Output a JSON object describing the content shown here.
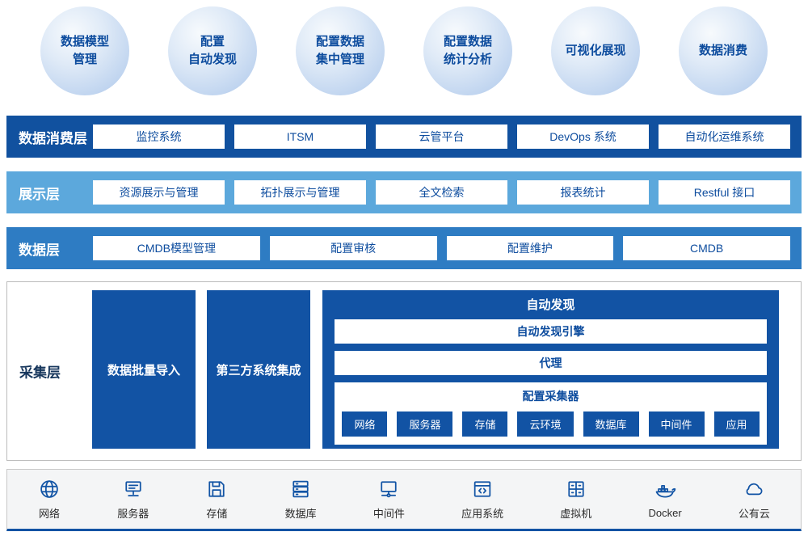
{
  "bubbles": [
    "数据模型\n管理",
    "配置\n自动发现",
    "配置数据\n集中管理",
    "配置数据\n统计分析",
    "可视化展现",
    "数据消费"
  ],
  "layers": [
    {
      "name": "数据消费层",
      "items": [
        "监控系统",
        "ITSM",
        "云管平台",
        "DevOps 系统",
        "自动化运维系统"
      ]
    },
    {
      "name": "展示层",
      "items": [
        "资源展示与管理",
        "拓扑展示与管理",
        "全文检索",
        "报表统计",
        "Restful 接口"
      ]
    },
    {
      "name": "数据层",
      "items": [
        "CMDB模型管理",
        "配置审核",
        "配置维护",
        "CMDB"
      ]
    }
  ],
  "collection_layer": {
    "name": "采集层",
    "blocks": [
      "数据批量导入",
      "第三方系统集成"
    ],
    "auto_discovery": {
      "title": "自动发现",
      "bars": [
        "自动发现引擎",
        "代理"
      ],
      "collector": {
        "title": "配置采集器",
        "items": [
          "网络",
          "服务器",
          "存储",
          "云环境",
          "数据库",
          "中间件",
          "应用"
        ]
      }
    }
  },
  "infrastructure": [
    {
      "icon": "network-icon",
      "label": "网络"
    },
    {
      "icon": "server-icon",
      "label": "服务器"
    },
    {
      "icon": "storage-icon",
      "label": "存储"
    },
    {
      "icon": "database-icon",
      "label": "数据库"
    },
    {
      "icon": "middleware-icon",
      "label": "中间件"
    },
    {
      "icon": "app-system-icon",
      "label": "应用系统"
    },
    {
      "icon": "vm-icon",
      "label": "虚拟机"
    },
    {
      "icon": "docker-icon",
      "label": "Docker"
    },
    {
      "icon": "public-cloud-icon",
      "label": "公有云"
    }
  ],
  "colors": {
    "dark_blue": "#1253A4",
    "consume_band_blue": "#11519F",
    "display_band_blue": "#5CA8DC",
    "data_band_blue": "#2E7CC3",
    "text_blue": "#0D4C9E",
    "bubble_blue": "#ADC8E9"
  }
}
